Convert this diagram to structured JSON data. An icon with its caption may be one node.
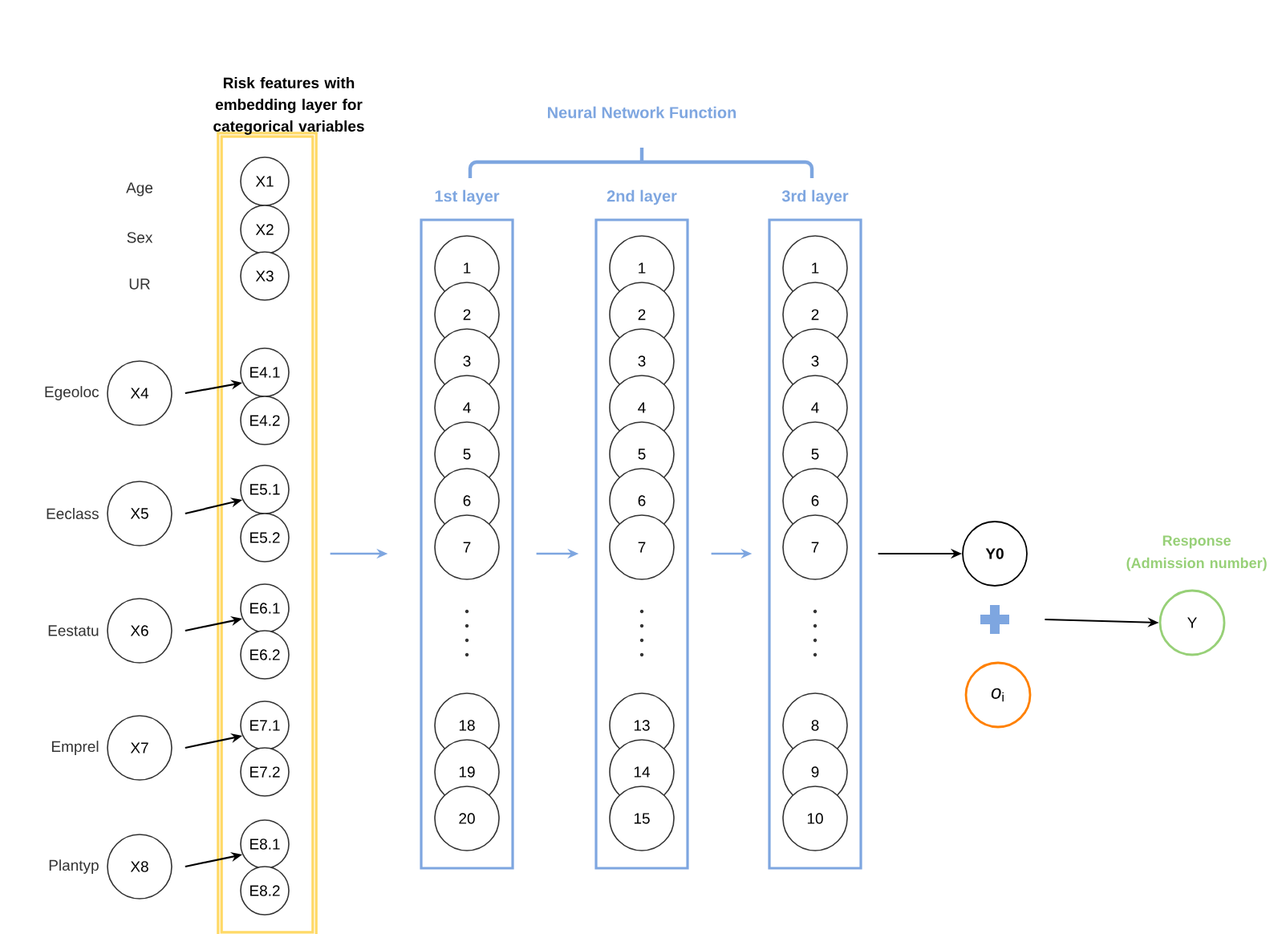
{
  "diagram": {
    "nodes": [
      {
        "text": [
          "Risk features with embedding layer for categorical variables"
        ]
      },
      {
        "text": [
          "X1"
        ],
        "in": 0
      },
      {
        "text": [
          "X2"
        ],
        "in": 0
      },
      {
        "text": [
          "X3"
        ],
        "in": 0
      },
      {
        "text": [
          "E4.1"
        ],
        "in": 0
      },
      {
        "text": [
          "E4.2"
        ],
        "in": 0
      },
      {
        "text": [
          "E5.1"
        ],
        "in": 0
      },
      {
        "text": [
          "E5.2"
        ],
        "in": 0
      },
      {
        "text": [
          "E6.1"
        ],
        "in": 0
      },
      {
        "text": [
          "E6.2"
        ],
        "in": 0
      },
      {
        "text": [
          "E7.1"
        ],
        "in": 0
      },
      {
        "text": [
          "E7.2"
        ],
        "in": 0
      },
      {
        "text": [
          "E8.1"
        ],
        "in": 0
      },
      {
        "text": [
          "E8.2"
        ],
        "in": 0
      },
      {
        "text": [
          "X4"
        ],
        "beside": [
          "Egeoloc"
        ]
      },
      {
        "text": [
          "X5"
        ],
        "beside": [
          "Eeclass"
        ]
      },
      {
        "text": [
          "X6"
        ],
        "beside": [
          "Eestatu"
        ]
      },
      {
        "text": [
          "X7"
        ],
        "beside": [
          "Emprel"
        ]
      },
      {
        "text": [
          "X8"
        ],
        "beside": [
          "Plantyp"
        ]
      },
      {
        "text": [
          "1st layer"
        ]
      },
      {
        "text": [
          "1"
        ],
        "in": 19
      },
      {
        "text": [
          "2"
        ],
        "in": 19
      },
      {
        "text": [
          "3"
        ],
        "in": 19
      },
      {
        "text": [
          "4"
        ],
        "in": 19
      },
      {
        "text": [
          "5"
        ],
        "in": 19
      },
      {
        "text": [
          "6"
        ],
        "in": 19
      },
      {
        "text": [
          "7"
        ],
        "in": 19
      },
      {
        "text": [
          "18"
        ],
        "in": 19
      },
      {
        "text": [
          "19"
        ],
        "in": 19
      },
      {
        "text": [
          "20"
        ],
        "in": 19
      },
      {
        "text": [
          "2nd layer"
        ]
      },
      {
        "text": [
          "1"
        ],
        "in": 30
      },
      {
        "text": [
          "2"
        ],
        "in": 30
      },
      {
        "text": [
          "3"
        ],
        "in": 30
      },
      {
        "text": [
          "4"
        ],
        "in": 30
      },
      {
        "text": [
          "5"
        ],
        "in": 30
      },
      {
        "text": [
          "6"
        ],
        "in": 30
      },
      {
        "text": [
          "7"
        ],
        "in": 30
      },
      {
        "text": [
          "13"
        ],
        "in": 30
      },
      {
        "text": [
          "14"
        ],
        "in": 30
      },
      {
        "text": [
          "15"
        ],
        "in": 30
      },
      {
        "text": [
          "3rd layer"
        ]
      },
      {
        "text": [
          "1"
        ],
        "in": 41
      },
      {
        "text": [
          "2"
        ],
        "in": 41
      },
      {
        "text": [
          "3"
        ],
        "in": 41
      },
      {
        "text": [
          "4"
        ],
        "in": 41
      },
      {
        "text": [
          "5"
        ],
        "in": 41
      },
      {
        "text": [
          "6"
        ],
        "in": 41
      },
      {
        "text": [
          "7"
        ],
        "in": 41
      },
      {
        "text": [
          "8"
        ],
        "in": 41
      },
      {
        "text": [
          "9"
        ],
        "in": 41
      },
      {
        "text": [
          "10"
        ],
        "in": 41
      },
      {
        "text": [
          "Y0"
        ]
      },
      {
        "text": [],
        "shape": "cross"
      },
      {
        "text": [
          "*o*$_{i}$"
        ]
      },
      {
        "text": [
          "Y"
        ],
        "beside": [
          "Response (Admission number)"
        ]
      }
    ],
    "edges": [
      {
        "from": 14,
        "to": 4,
        "arrow": "to"
      },
      {
        "from": 15,
        "to": 6,
        "arrow": "to"
      },
      {
        "from": 16,
        "to": 8,
        "arrow": "to"
      },
      {
        "from": 17,
        "to": 10,
        "arrow": "to"
      },
      {
        "from": 18,
        "to": 12,
        "arrow": "to"
      },
      {
        "from": 0,
        "to": 19,
        "arrow": "to",
        "color": "#7ea6e0"
      },
      {
        "from": 19,
        "to": 30,
        "arrow": "to",
        "color": "#7ea6e0"
      },
      {
        "from": 30,
        "to": 41,
        "arrow": "to",
        "color": "#7ea6e0"
      },
      {
        "from": 41,
        "to": 52,
        "arrow": "to"
      },
      {
        "from": 53,
        "to": 55,
        "arrow": "to"
      }
    ],
    "labels": [
      "Age",
      "Sex",
      "UR",
      "Neural Network Function"
    ]
  }
}
